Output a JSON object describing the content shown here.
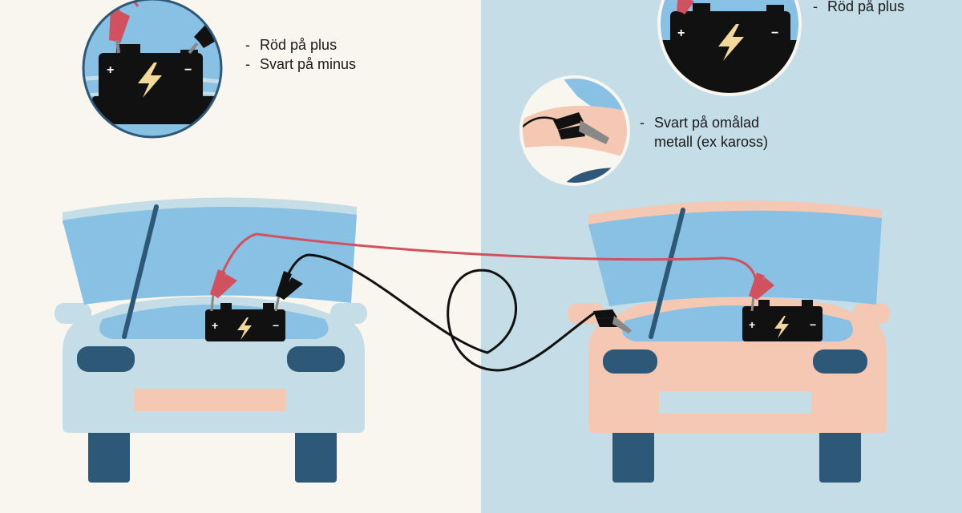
{
  "labels": {
    "left_red": "Röd på plus",
    "left_black": "Svart på minus",
    "right_red": "Röd på plus",
    "right_black_line1": "Svart på omålad",
    "right_black_line2": "metall (ex kaross)"
  },
  "battery": {
    "plus": "+",
    "minus": "−"
  },
  "colors": {
    "left_background": "#f9f6ef",
    "right_background": "#c4dde6",
    "left_car": "#c4dde6",
    "right_car": "#f4c8b3",
    "hood": "#88c1e4",
    "dark_blue": "#2d5878",
    "battery": "#111111",
    "bolt": "#f2d89b",
    "red_cable": "#d1525e",
    "black_cable": "#111111"
  }
}
